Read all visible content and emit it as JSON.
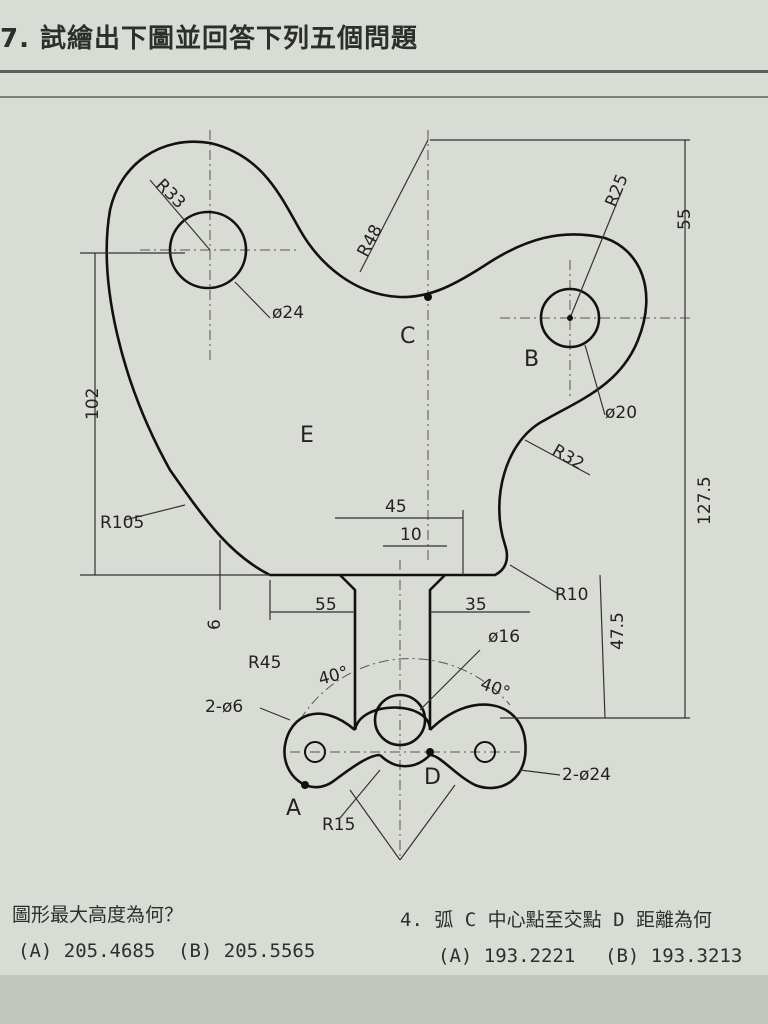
{
  "header": {
    "title": "7. 試繪出下圖並回答下列五個問題"
  },
  "drawing": {
    "dimensions": {
      "r33": "R33",
      "r48": "R48",
      "r25": "R25",
      "d55": "55",
      "d24": "ø24",
      "d20": "ø20",
      "r32": "R32",
      "d102": "102",
      "r105": "R105",
      "d127_5": "127.5",
      "d45": "45",
      "d10": "10",
      "r10": "R10",
      "d6": "6",
      "d55b": "55",
      "d35": "35",
      "d16": "ø16",
      "d47_5": "47.5",
      "r45": "R45",
      "a40l": "40°",
      "a40r": "40°",
      "h6": "2-ø6",
      "h24": "2-ø24",
      "r15": "R15"
    },
    "points": {
      "A": "A",
      "B": "B",
      "C": "C",
      "D": "D",
      "E": "E"
    }
  },
  "questions": {
    "q_left": "圖形最大高度為何？",
    "q_left_a": "(A) 205.4685",
    "q_left_b": "(B) 205.5565",
    "q_right": "4. 弧 C 中心點至交點 D 距離為何",
    "q_right_a": "(A) 193.2221",
    "q_right_b": "(B) 193.3213"
  }
}
